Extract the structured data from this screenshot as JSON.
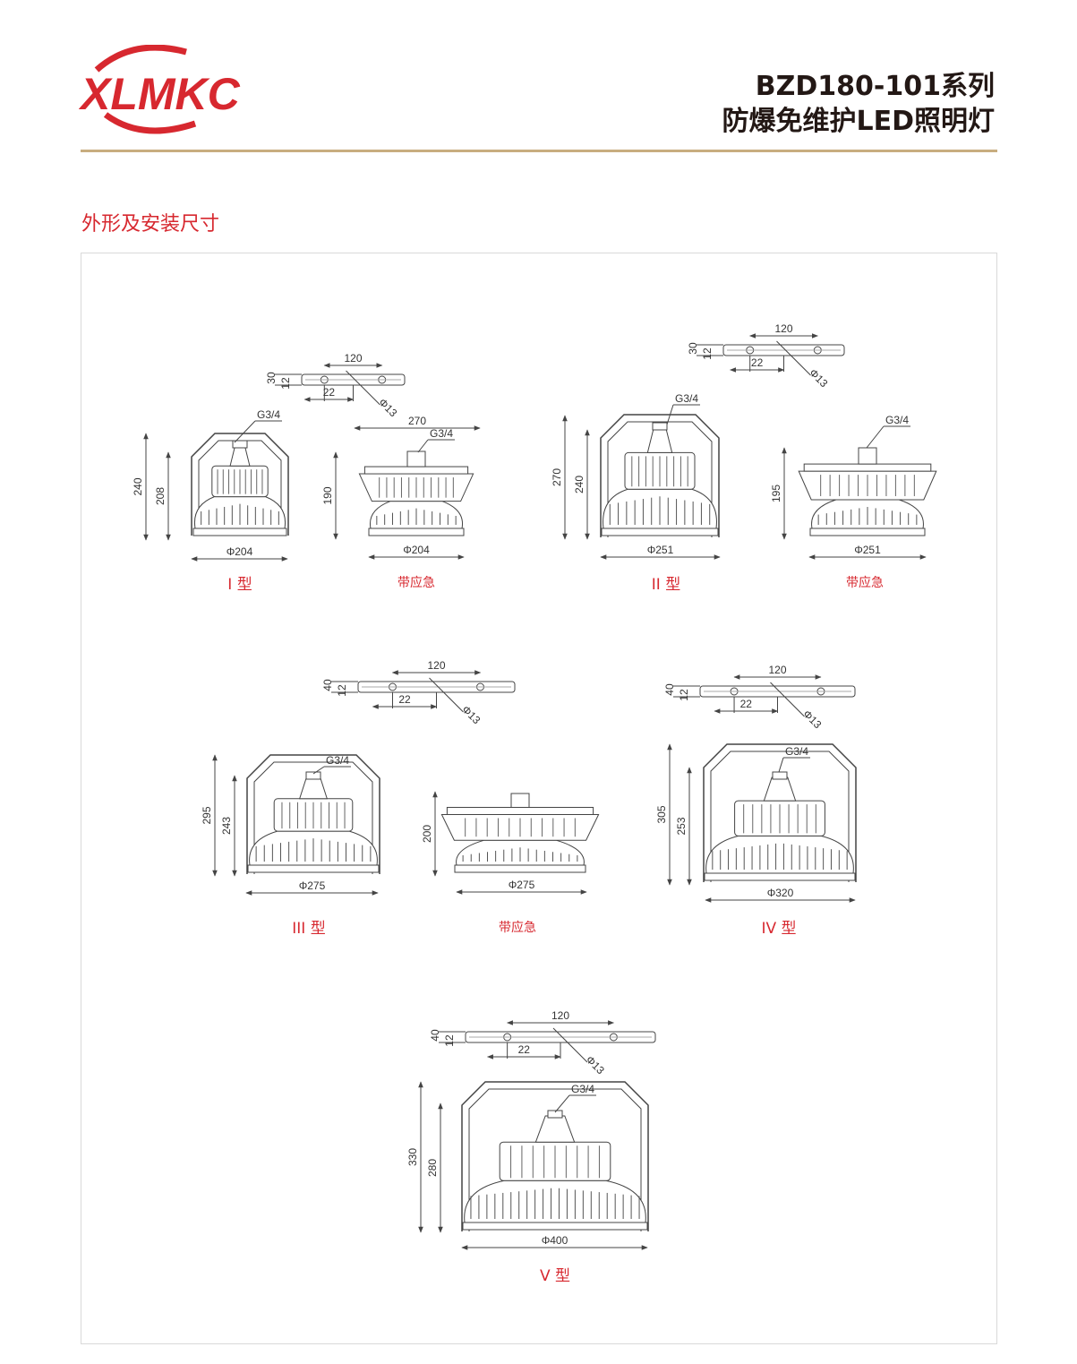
{
  "header": {
    "logo_text": "XLMKC",
    "title_line1": "BZD180-101系列",
    "title_line2": "防爆免维护LED照明灯",
    "brand_color": "#d7282f",
    "rule_color": "#c8ad7f"
  },
  "section_title": "外形及安装尺寸",
  "common": {
    "thread": "G3/4",
    "bracket_len": "120",
    "bracket_offset": "22",
    "hole": "Φ13",
    "bracket_h12": "12",
    "emergency_label": "带应急"
  },
  "types": [
    {
      "name": "I 型",
      "bracket_h": "30",
      "h_total": "240",
      "h_body": "208",
      "dia": "Φ204",
      "em_h": "190",
      "em_w": "270",
      "em_dia": "Φ204"
    },
    {
      "name": "II 型",
      "bracket_h": "30",
      "h_total": "270",
      "h_body": "240",
      "dia": "Φ251",
      "em_h": "195",
      "em_dia": "Φ251"
    },
    {
      "name": "III 型",
      "bracket_h": "40",
      "h_total": "295",
      "h_body": "243",
      "dia": "Φ275",
      "em_h": "200",
      "em_dia": "Φ275"
    },
    {
      "name": "IV 型",
      "bracket_h": "40",
      "h_total": "305",
      "h_body": "253",
      "dia": "Φ320"
    },
    {
      "name": "V 型",
      "bracket_h": "40",
      "h_total": "330",
      "h_body": "280",
      "dia": "Φ400"
    }
  ]
}
